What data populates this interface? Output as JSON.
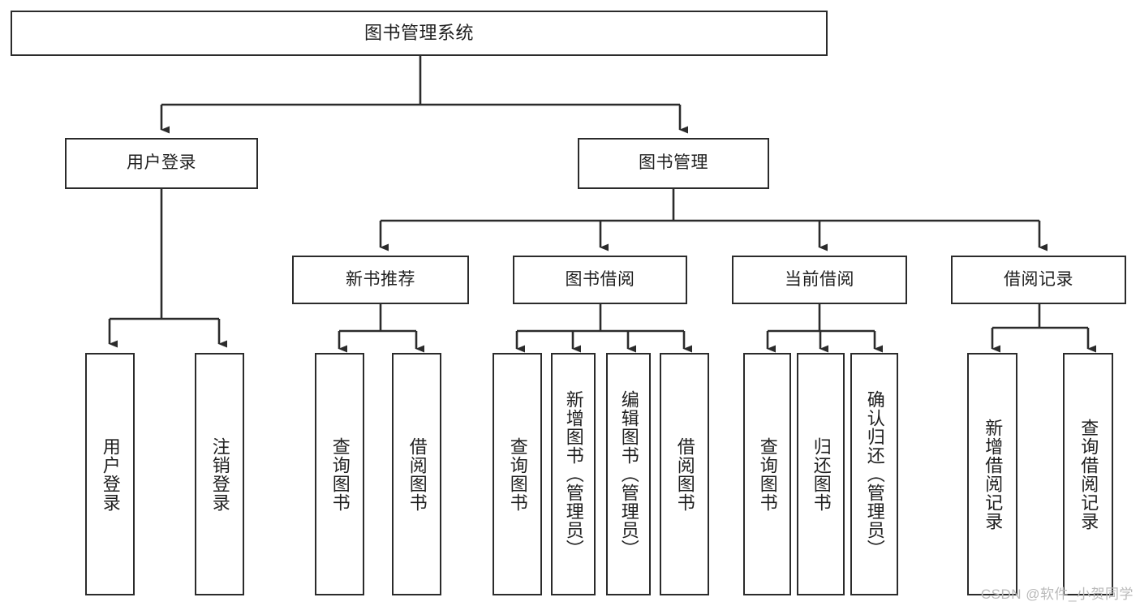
{
  "diagram": {
    "title": "图书管理系统",
    "type": "tree",
    "colors": {
      "box_border": "#2b2b2b",
      "box_fill": "#ffffff",
      "edge": "#2b2b2b",
      "text": "#1f1f1f",
      "watermark": "#b9b9b9",
      "background": "#ffffff"
    },
    "watermark": "CSDN @软件_小贺同学",
    "nodes": {
      "root": {
        "label": "图书管理系统"
      },
      "level1": [
        {
          "id": "user-login",
          "label": "用户登录"
        },
        {
          "id": "book-manage",
          "label": "图书管理"
        }
      ],
      "level2": [
        {
          "id": "new-book-recommend",
          "label": "新书推荐"
        },
        {
          "id": "book-borrow",
          "label": "图书借阅"
        },
        {
          "id": "current-borrow",
          "label": "当前借阅"
        },
        {
          "id": "borrow-record",
          "label": "借阅记录"
        }
      ],
      "leaves": {
        "user-login": [
          {
            "id": "leaf-user-login",
            "label": "用户登录"
          },
          {
            "id": "leaf-user-logout",
            "label": "注销登录"
          }
        ],
        "new-book-recommend": [
          {
            "id": "leaf-query-book-1",
            "label": "查询图书"
          },
          {
            "id": "leaf-borrow-book-1",
            "label": "借阅图书"
          }
        ],
        "book-borrow": [
          {
            "id": "leaf-query-book-2",
            "label": "查询图书"
          },
          {
            "id": "leaf-add-book",
            "label": "新增图书（管理员）"
          },
          {
            "id": "leaf-edit-book",
            "label": "编辑图书（管理员）"
          },
          {
            "id": "leaf-borrow-book-2",
            "label": "借阅图书"
          }
        ],
        "current-borrow": [
          {
            "id": "leaf-query-book-3",
            "label": "查询图书"
          },
          {
            "id": "leaf-return-book",
            "label": "归还图书"
          },
          {
            "id": "leaf-confirm-return",
            "label": "确认归还（管理员）"
          }
        ],
        "borrow-record": [
          {
            "id": "leaf-add-record",
            "label": "新增借阅记录"
          },
          {
            "id": "leaf-query-record",
            "label": "查询借阅记录"
          }
        ]
      }
    }
  }
}
